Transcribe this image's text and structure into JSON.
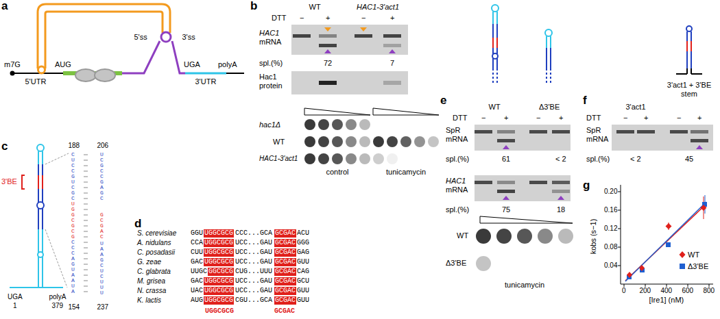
{
  "diagram": {
    "labels": [
      "a",
      "m7G",
      "AUG",
      "5'UTR",
      "5'ss",
      "3'ss",
      "UGA",
      "polyA",
      "3'UTR",
      "b",
      "WT",
      "HAC1-3'act1",
      "DTT",
      "−",
      "+",
      "−",
      "+",
      "HAC1",
      "mRNA",
      "spl.(%)",
      "72",
      "7",
      "Hac1",
      "protein",
      "hac1Δ",
      "WT",
      "HAC1-3'act1",
      "control",
      "tunicamycin",
      "c",
      "3'BE",
      "188",
      "206",
      "CUCCGUCGC",
      "UGGCGCG",
      "CCCAGUAAUA",
      "UCGCCGAGC",
      "GCGAC",
      "UAAGCUCUUU",
      "UGA",
      "1",
      "polyA",
      "379",
      "154",
      "237",
      "d",
      "S. cerevisiae",
      "GGU",
      "UGGCGCG",
      "CCC...GCA",
      "GCGAC",
      "ACU",
      "A. nidulans",
      "CCA",
      "UGGCGCG",
      "UCC...GAU",
      "GCGAC",
      "GGG",
      "C. posadasii",
      "CUU",
      "UGGCGCG",
      "UCC...GAU",
      "GCGAC",
      "GAG",
      "G. zeae",
      "GAC",
      "UGGCGCG",
      "UCC...GAU",
      "GCGAC",
      "GUU",
      "C. glabrata",
      "UUGC",
      "GGCGCG",
      "CUG...UUU",
      "GCGAC",
      "CAG",
      "M. grisea",
      "GAC",
      "UGGCGCG",
      "UCC...GAU",
      "GCGAC",
      "GCU",
      "N. crassa",
      "UAC",
      "UGGCGCG",
      "UCC...GAU",
      "GCGAC",
      "GUU",
      "K. lactis",
      "AUG",
      "UGGCGCG",
      "CGU...GCA",
      "GCGAC",
      "GUU",
      "UGGCGCG",
      "GCGAC",
      "e",
      "WT",
      "Δ3'BE",
      "DTT",
      "−",
      "+",
      "−",
      "+",
      "SpR",
      "mRNA",
      "spl.(%)",
      "61",
      "< 2",
      "HAC1",
      "mRNA",
      "spl.(%)",
      "75",
      "18",
      "WT",
      "Δ3'BE",
      "tunicamycin",
      "f",
      "3'act1",
      "3'act1 + 3'BE stem",
      "DTT",
      "−",
      "+",
      "−",
      "+",
      "SpR",
      "mRNA",
      "spl.(%)",
      "< 2",
      "45",
      "g",
      "0.20",
      "0.16",
      "0.12",
      "0.08",
      "0.04",
      "0",
      "200",
      "400",
      "600",
      "800",
      "kobs (s−1)",
      "[Ire1] (nM)"
    ],
    "legend": [
      {
        "text": "WT"
      },
      {
        "text": "Δ3'BE"
      }
    ]
  }
}
